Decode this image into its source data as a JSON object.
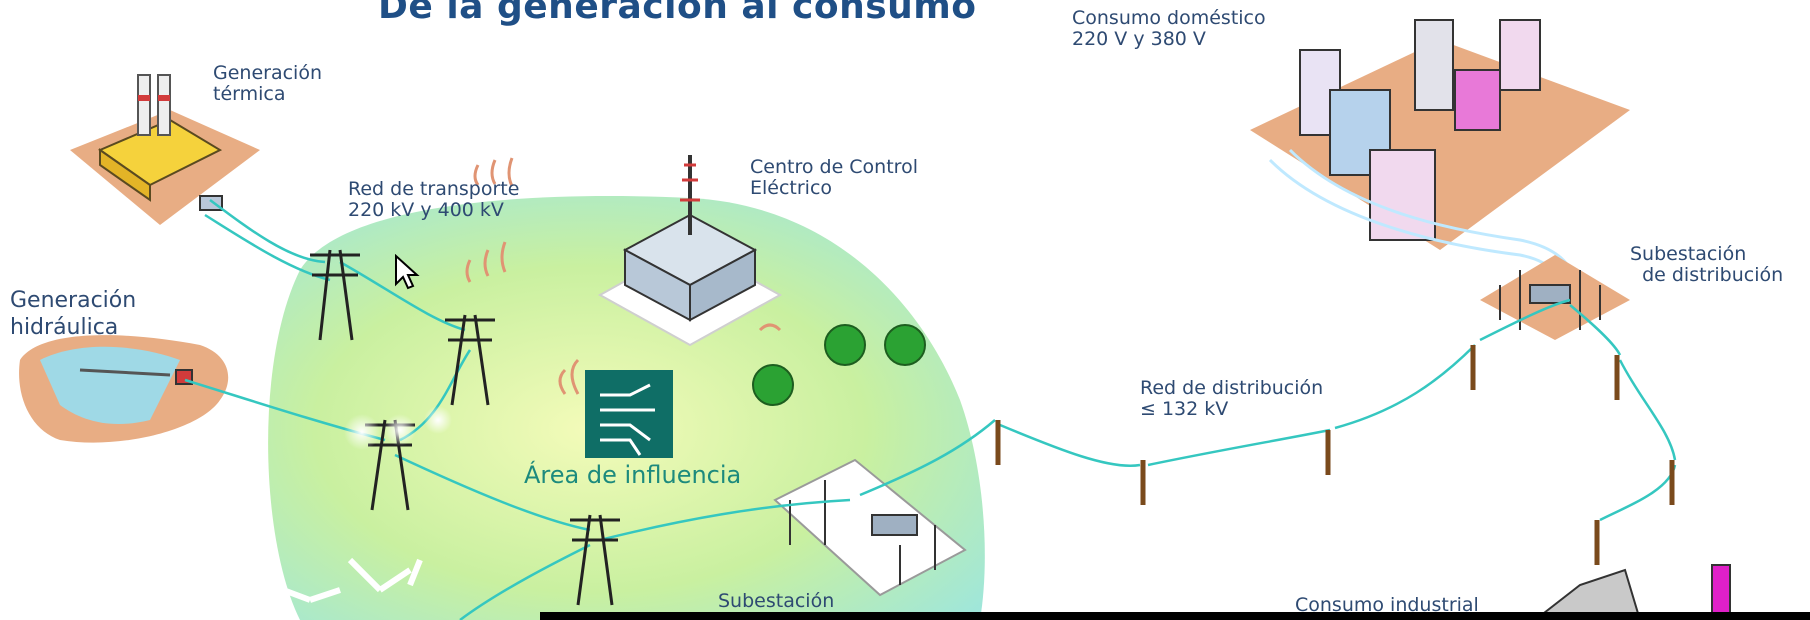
{
  "title": "De la generación al consumo",
  "labels": {
    "thermal": "Generación\ntérmica",
    "hydro": "Generación\nhidráulica",
    "transport": "Red de transporte\n220 kV y 400 kV",
    "control_center": "Centro de Control\nEléctrico",
    "area": "Área de influencia",
    "domestic": "Consumo doméstico\n220 V y 380 V",
    "distribution_substation": "Subestación\n  de distribución",
    "distribution_network": "Red de distribución\n≤ 132 kV",
    "transformation_substation": "Subestación",
    "industrial": "Consumo industrial"
  },
  "colors": {
    "title": "#1f4f86",
    "label": "#2e4a72",
    "area_fill": "#ccf28a",
    "line": "#35c7c0",
    "ground": "#e8ad84",
    "control_icon": "#0f6e66"
  }
}
